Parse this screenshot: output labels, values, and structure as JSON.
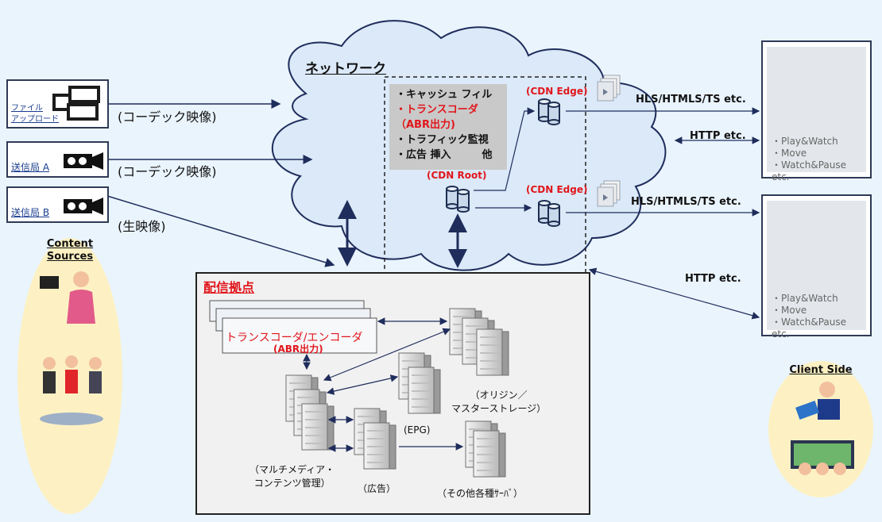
{
  "network": {
    "title": "ネットワーク"
  },
  "sources": {
    "file_upload": "ファイル\nアップロード",
    "station_a": "送信局 A",
    "station_b": "送信局 B",
    "codec_video_1": "(コーデック映像)",
    "codec_video_2": "(コーデック映像)",
    "raw_video": "(生映像)",
    "content_sources_title": "Content\nSources"
  },
  "cdn_menu": {
    "items": [
      "・キャッシュ フィル",
      "・トランスコーダ",
      "（ABR出力)",
      "・トラフィック監視",
      "・広告 挿入　　　他"
    ]
  },
  "cdn": {
    "edge1": "(CDN Edge)",
    "edge2": "(CDN Edge)",
    "root": "(CDN Root)",
    "hls1": "HLS/HTMLS/TS  etc.",
    "hls2": "HLS/HTMLS/TS  etc.",
    "http1": "HTTP  etc.",
    "http2": "HTTP  etc."
  },
  "center": {
    "title": "配信拠点",
    "transcoder": "トランスコーダ/エンコーダ",
    "abr": "(ABR出力)",
    "origin": "（オリジン／\nマスターストレージ）",
    "epg": "(EPG)",
    "mm": "（マルチメディア・\nコンテンツ管理）",
    "ad": "（広告）",
    "other": "（その他各種ｻｰﾊﾞ）"
  },
  "client": {
    "side_title": "Client Side",
    "features1": [
      "・Play&Watch",
      "・Move",
      "・Watch&Pause  etc."
    ],
    "features2": [
      "・Play&Watch",
      "・Move",
      "・Watch&Pause  etc."
    ]
  },
  "colors": {
    "accent_red": "#e1161c",
    "arrow_navy": "#1f2d5c",
    "cloud": "#dbe9f8"
  }
}
